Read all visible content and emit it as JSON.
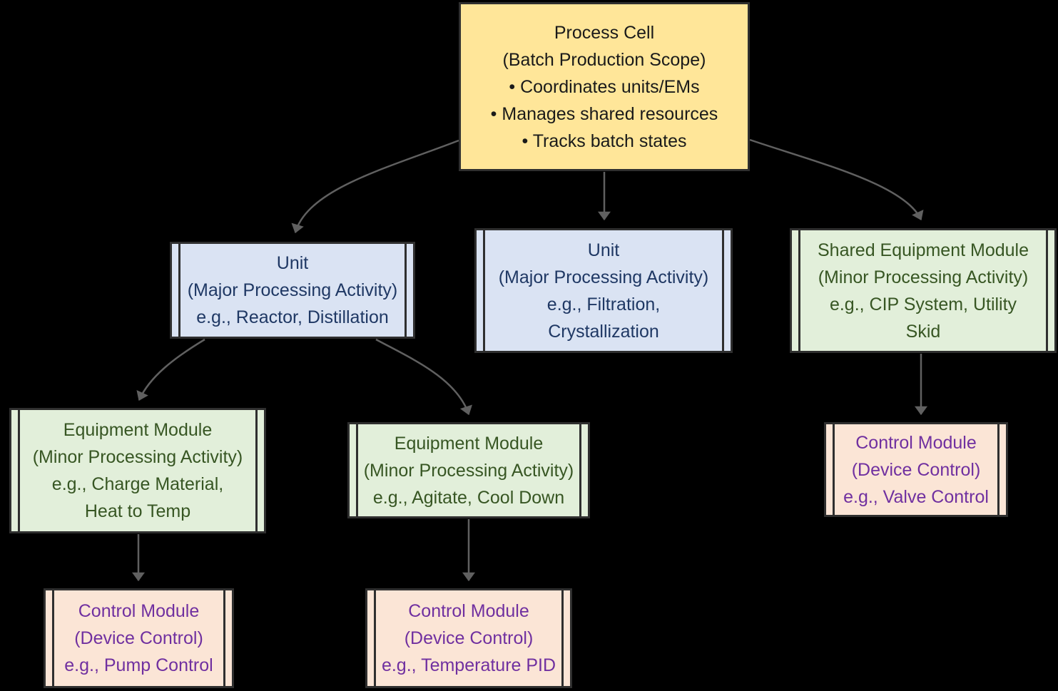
{
  "diagram": {
    "background_color": "#000000",
    "edge_color": "#606060",
    "node_border_color": "#2f2f2f",
    "nodes": [
      {
        "id": "process-cell",
        "shape": "rect",
        "fill": "#ffe699",
        "text_color": "#1a1a1a",
        "lines": [
          "Process Cell",
          "(Batch Production Scope)",
          "• Coordinates units/EMs",
          "• Manages shared resources",
          "• Tracks batch states"
        ]
      },
      {
        "id": "unit-1",
        "shape": "subroutine",
        "fill": "#dae3f3",
        "text_color": "#1f3864",
        "lines": [
          "Unit",
          "(Major Processing Activity)",
          "e.g., Reactor, Distillation"
        ]
      },
      {
        "id": "unit-2",
        "shape": "subroutine",
        "fill": "#dae3f3",
        "text_color": "#1f3864",
        "lines": [
          "Unit",
          "(Major Processing Activity)",
          "e.g., Filtration,",
          "Crystallization"
        ]
      },
      {
        "id": "shared-equipment-module",
        "shape": "subroutine",
        "fill": "#e2efda",
        "text_color": "#375623",
        "lines": [
          "Shared Equipment Module",
          "(Minor Processing Activity)",
          "e.g., CIP System, Utility",
          "Skid"
        ]
      },
      {
        "id": "equipment-module-1",
        "shape": "subroutine",
        "fill": "#e2efda",
        "text_color": "#375623",
        "lines": [
          "Equipment Module",
          "(Minor Processing Activity)",
          "e.g., Charge Material,",
          "Heat to Temp"
        ]
      },
      {
        "id": "equipment-module-2",
        "shape": "subroutine",
        "fill": "#e2efda",
        "text_color": "#375623",
        "lines": [
          "Equipment Module",
          "(Minor Processing Activity)",
          "e.g., Agitate, Cool Down"
        ]
      },
      {
        "id": "control-module-shared",
        "shape": "subroutine",
        "fill": "#fbe5d6",
        "text_color": "#7030a0",
        "lines": [
          "Control Module",
          "(Device Control)",
          "e.g., Valve Control"
        ]
      },
      {
        "id": "control-module-1",
        "shape": "subroutine",
        "fill": "#fbe5d6",
        "text_color": "#7030a0",
        "lines": [
          "Control Module",
          "(Device Control)",
          "e.g., Pump Control"
        ]
      },
      {
        "id": "control-module-2",
        "shape": "subroutine",
        "fill": "#fbe5d6",
        "text_color": "#7030a0",
        "lines": [
          "Control Module",
          "(Device Control)",
          "e.g., Temperature PID"
        ]
      }
    ],
    "edges": [
      {
        "from": "process-cell",
        "to": "unit-1"
      },
      {
        "from": "process-cell",
        "to": "unit-2"
      },
      {
        "from": "process-cell",
        "to": "shared-equipment-module"
      },
      {
        "from": "unit-1",
        "to": "equipment-module-1"
      },
      {
        "from": "unit-1",
        "to": "equipment-module-2"
      },
      {
        "from": "equipment-module-1",
        "to": "control-module-1"
      },
      {
        "from": "equipment-module-2",
        "to": "control-module-2"
      },
      {
        "from": "shared-equipment-module",
        "to": "control-module-shared"
      }
    ]
  }
}
